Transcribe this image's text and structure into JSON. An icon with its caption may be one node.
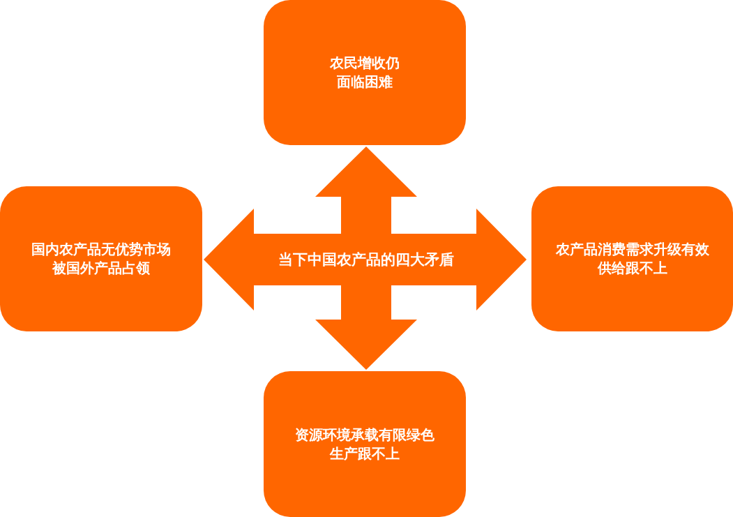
{
  "diagram": {
    "nodes": [
      {
        "text": [
          "当下中国农产品的四大矛盾"
        ]
      },
      {
        "text": [
          "农民增收仍面临困难"
        ]
      },
      {
        "text": [
          "国内农产品无优势市场被国外产品占领"
        ]
      },
      {
        "text": [
          "农产品消费需求升级有效供给跟不上"
        ]
      },
      {
        "text": [
          "资源环境承载有限绿色生产跟不上"
        ]
      }
    ],
    "edges": [
      {
        "from": 0,
        "to": 1,
        "arrow": "to"
      },
      {
        "from": 0,
        "to": 2,
        "arrow": "to"
      },
      {
        "from": 0,
        "to": 3,
        "arrow": "to"
      },
      {
        "from": 0,
        "to": 4,
        "arrow": "to"
      }
    ]
  }
}
